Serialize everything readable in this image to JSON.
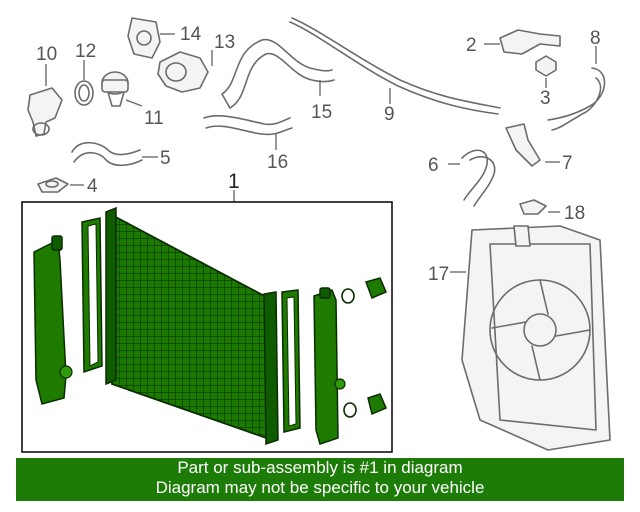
{
  "callouts": {
    "n1": "1",
    "n2": "2",
    "n3": "3",
    "n4": "4",
    "n5": "5",
    "n6": "6",
    "n7": "7",
    "n8": "8",
    "n9": "9",
    "n10": "10",
    "n11": "11",
    "n12": "12",
    "n13": "13",
    "n14": "14",
    "n15": "15",
    "n16": "16",
    "n17": "17",
    "n18": "18"
  },
  "banner": {
    "line1": "Part or sub-assembly is #1 in diagram",
    "line2": "Diagram may not be specific to your vehicle"
  },
  "colors": {
    "highlight_green": "#1d7c07",
    "banner_text": "#ffffff",
    "line_art": "#6c6c6c"
  }
}
